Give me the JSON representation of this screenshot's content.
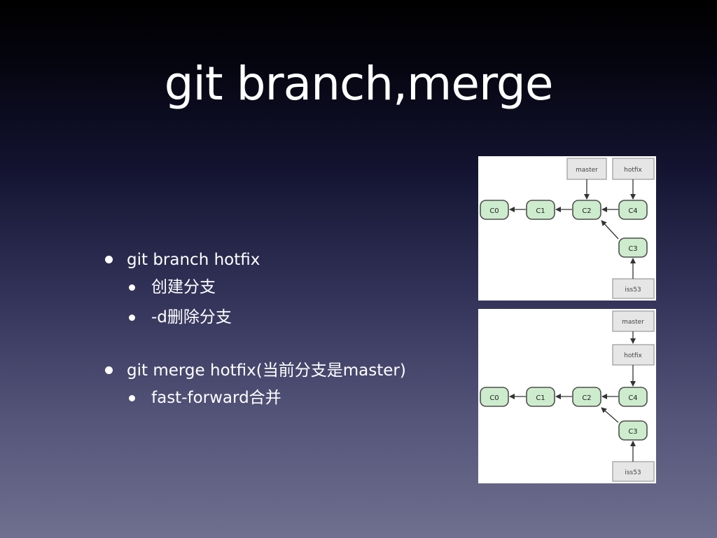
{
  "slide": {
    "title": "git branch,merge"
  },
  "bullets": [
    {
      "text": "git branch hotfix",
      "level": 1
    },
    {
      "text": "创建分支",
      "level": 2
    },
    {
      "text": "-d删除分支",
      "level": 2
    },
    {
      "text": "git merge hotfix(当前分支是master)",
      "level": 1
    },
    {
      "text": "fast-forward合并",
      "level": 2
    }
  ],
  "diagrams": [
    {
      "commits": [
        "C0",
        "C1",
        "C2",
        "C4",
        "C3"
      ],
      "pointers": [
        "master",
        "hotfix",
        "iss53"
      ]
    },
    {
      "commits": [
        "C0",
        "C1",
        "C2",
        "C4",
        "C3"
      ],
      "pointers": [
        "master",
        "hotfix",
        "iss53"
      ]
    }
  ],
  "colors": {
    "commit_fill": "#cdeccd",
    "commit_stroke": "#4f4f4f",
    "pointer_fill": "#e6e6e6",
    "pointer_stroke": "#9a9a9a",
    "arrow": "#333333"
  }
}
